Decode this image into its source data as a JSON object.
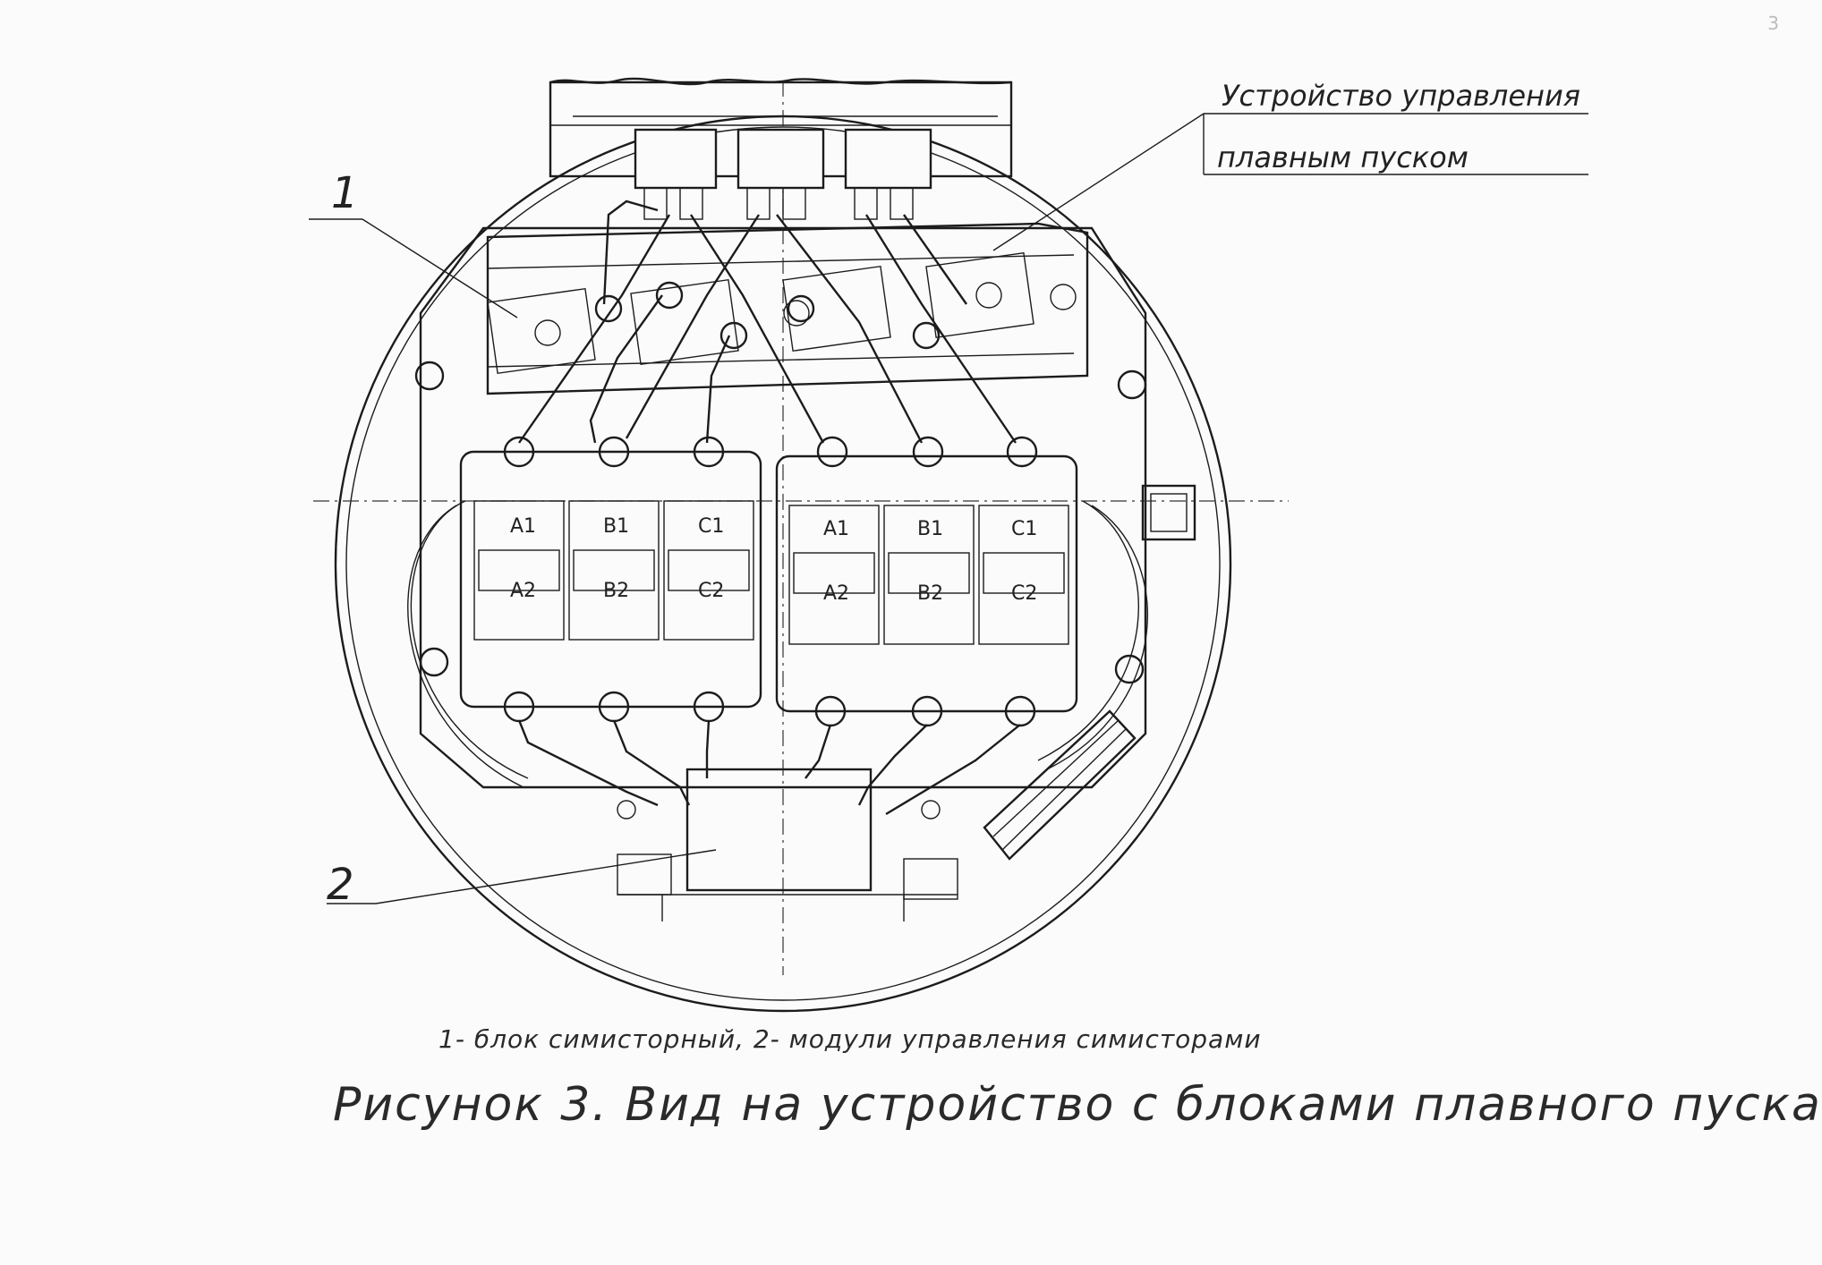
{
  "callouts": {
    "top_right_line1": "Устройство управления",
    "top_right_line2": "плавным пуском",
    "number_1": "1",
    "number_2": "2"
  },
  "block_group_left": {
    "cells": [
      {
        "top": "A1",
        "bottom": "A2"
      },
      {
        "top": "B1",
        "bottom": "B2"
      },
      {
        "top": "C1",
        "bottom": "C2"
      }
    ]
  },
  "block_group_right": {
    "cells": [
      {
        "top": "A1",
        "bottom": "A2"
      },
      {
        "top": "B1",
        "bottom": "B2"
      },
      {
        "top": "C1",
        "bottom": "C2"
      }
    ]
  },
  "legend": "1- блок симисторный,  2- модули управления симисторами",
  "figure_title": "Рисунок 3. Вид на устройство с блоками плавного пуска",
  "page_mark": "3",
  "colors": {
    "ink": "#1c1c1c",
    "paper": "#fbfbfb"
  }
}
